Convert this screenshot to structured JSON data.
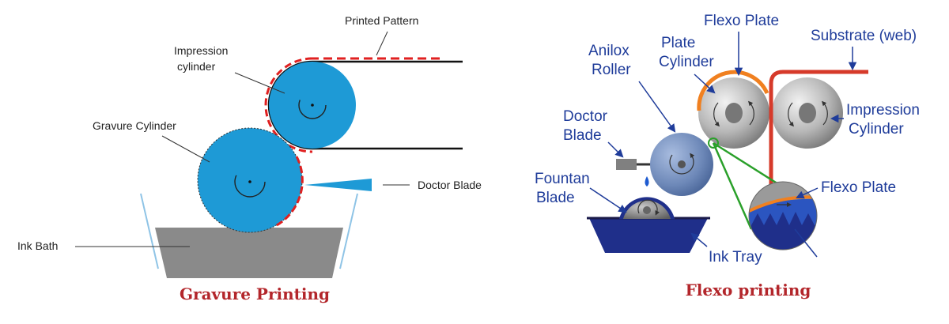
{
  "colors": {
    "cylinder_blue": "#1e9ad6",
    "highlight_red": "#e02020",
    "ink_bath_gray": "#8a8a8a",
    "caption_red": "#b3262b",
    "flexo_label_blue": "#1f3c9a",
    "anilox_blue": "#6d88b8",
    "ink_tray_navy": "#1f2f8a",
    "flexo_plate_orange": "#f08020",
    "substrate_red": "#d63a2a",
    "zoom_green": "#2aa02a"
  },
  "gravure": {
    "caption": "Gravure Printing",
    "labels": {
      "printed_pattern": "Printed Pattern",
      "impression_line1": "Impression",
      "impression_line2": "cylinder",
      "gravure_cylinder": "Gravure Cylinder",
      "doctor_blade": "Doctor Blade",
      "ink_bath": "Ink Bath"
    }
  },
  "flexo": {
    "caption": "Flexo printing",
    "labels": {
      "anilox_line1": "Anilox",
      "anilox_line2": "Roller",
      "plate_cyl_line1": "Plate",
      "plate_cyl_line2": "Cylinder",
      "flexo_plate_top": "Flexo Plate",
      "substrate": "Substrate (web)",
      "impression_line1": "Impression",
      "impression_line2": "Cylinder",
      "doctor_line1": "Doctor",
      "doctor_line2": "Blade",
      "fountain_line1": "Fountan",
      "fountain_line2": "Blade",
      "flexo_plate_zoom": "Flexo Plate",
      "ink_tray": "Ink Tray"
    }
  }
}
